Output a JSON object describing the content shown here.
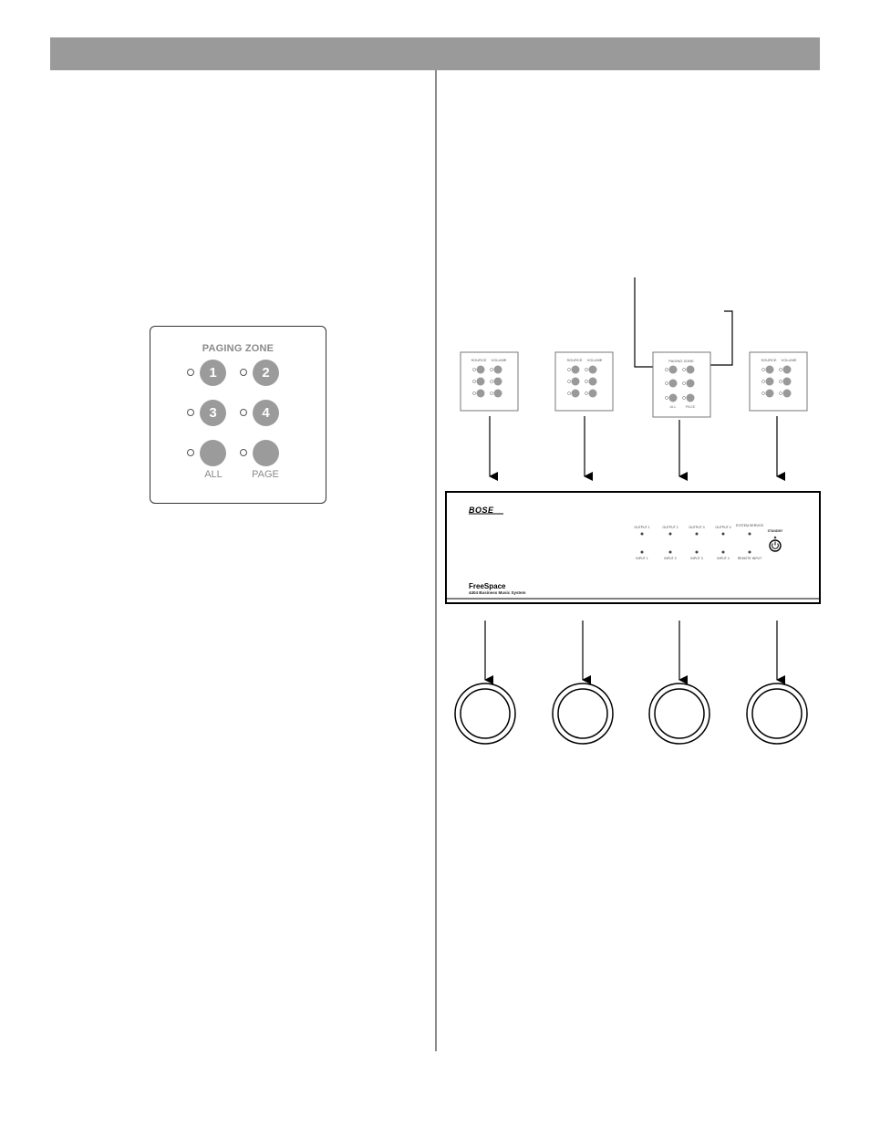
{
  "paging_panel": {
    "title": "PAGING ZONE",
    "buttons": [
      "1",
      "2",
      "3",
      "4",
      "",
      ""
    ],
    "labels": [
      "ALL",
      "PAGE"
    ]
  },
  "wall_controls": [
    {
      "top_labels": [
        "SOURCE",
        "VOLUME"
      ]
    },
    {
      "top_labels": [
        "SOURCE",
        "VOLUME"
      ]
    },
    {
      "top_labels": [
        "PAGING ZONE"
      ],
      "bottom_labels": [
        "ALL",
        "PAGE"
      ]
    },
    {
      "top_labels": [
        "SOURCE",
        "VOLUME"
      ]
    }
  ],
  "amplifier": {
    "brand": "BOSE",
    "product_name": "FreeSpace",
    "product_subtitle": "4404 Business Music System",
    "output_labels": [
      "OUTPUT 1",
      "OUTPUT 2",
      "OUTPUT 3",
      "OUTPUT 4",
      "SYSTEM SERVICE"
    ],
    "input_labels": [
      "INPUT 1",
      "INPUT 2",
      "INPUT 3",
      "INPUT 4",
      "REMOTE INPUT"
    ],
    "standby_label": "STANDBY"
  },
  "speaker_count": 4
}
